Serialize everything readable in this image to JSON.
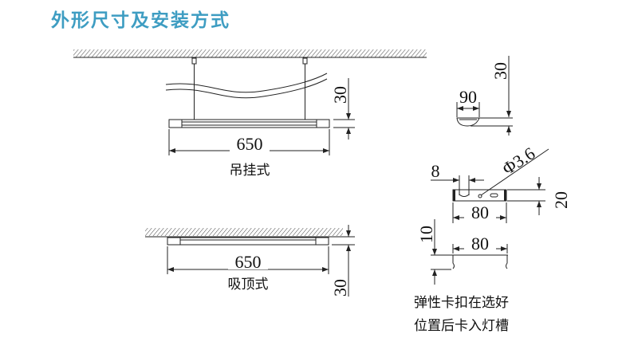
{
  "title": "外形尺寸及安装方式",
  "pendant": {
    "height_dim": "30",
    "length_dim": "650",
    "label": "吊挂式"
  },
  "ceiling": {
    "height_dim": "30",
    "length_dim": "650",
    "label": "吸顶式"
  },
  "end_cap": {
    "height_dim": "30",
    "width_dim": "90"
  },
  "bracket": {
    "slot_dim": "8",
    "hole_dim": "Φ3.6",
    "width_dim": "80",
    "height_dim": "20"
  },
  "clip": {
    "height_dim": "10",
    "width_dim": "80"
  },
  "note": [
    "弹性卡扣在选好",
    "位置后卡入灯槽"
  ],
  "colors": {
    "title": "#3e9dc2"
  }
}
